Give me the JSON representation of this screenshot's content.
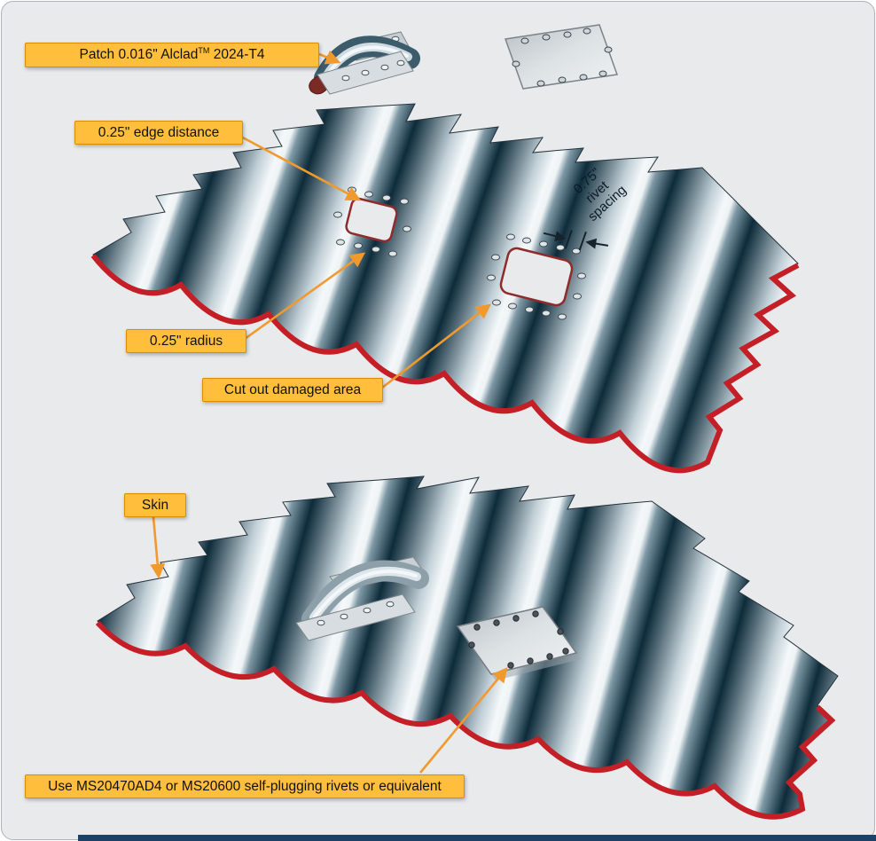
{
  "figure": {
    "labels": {
      "patch_pre": "Patch 0.016\" Alclad",
      "patch_sup": "TM",
      "patch_post": "2024-T4",
      "edge_distance": "0.25\" edge distance",
      "radius": "0.25\" radius",
      "cut_out": "Cut out damaged area",
      "skin": "Skin",
      "rivets": "Use MS20470AD4 or MS20600 self-plugging rivets or equivalent",
      "spacing_value": "0.75\"",
      "spacing_word1": "rivet",
      "spacing_word2": "spacing"
    },
    "colors": {
      "callout_bg": "#FFBE3C",
      "callout_border": "#E08A00",
      "arrow_orange": "#F09A2E",
      "panel_edge_red": "#C41E26",
      "panel_dark": "#0D2B3A",
      "background": "#E8EAEC"
    }
  }
}
